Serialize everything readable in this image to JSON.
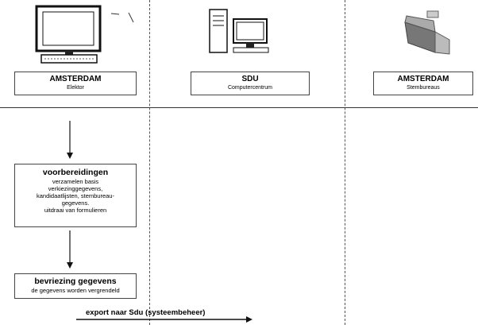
{
  "columns": [
    {
      "title": "AMSTERDAM",
      "subtitle": "Elektor",
      "icon": "desktop-computer-icon"
    },
    {
      "title": "SDU",
      "subtitle": "Computercentrum",
      "icon": "server-computer-icon"
    },
    {
      "title": "AMSTERDAM",
      "subtitle": "Stembureaus",
      "icon": "voting-booth-icon"
    }
  ],
  "steps": [
    {
      "title": "voorbereidingen",
      "lines": [
        "verzamelen basis",
        "verkiezinggegevens,",
        "kandidaatlijsten, stembureau-",
        "gegevens.",
        "uitdraai van formulieren"
      ]
    },
    {
      "title": "bevriezing gegevens",
      "lines": [
        "de gegevens worden vergrendeld"
      ]
    }
  ],
  "export_label": "export naar Sdu (systeembeheer)"
}
